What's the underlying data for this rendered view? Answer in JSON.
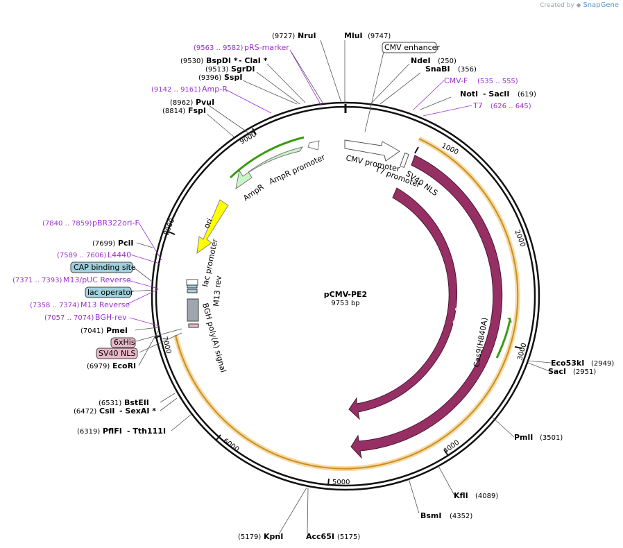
{
  "credit": {
    "prefix": "Created by",
    "brand": "SnapGene"
  },
  "plasmid": {
    "name": "pCMV-PE2",
    "size": "9753 bp"
  },
  "ticks": [
    "1000",
    "2000",
    "3000",
    "4000",
    "5000",
    "6000",
    "7000",
    "8000",
    "9000"
  ],
  "enzymes": [
    {
      "id": "nrui",
      "name": "NruI",
      "pos": "(9727)"
    },
    {
      "id": "mlui",
      "name": "MluI",
      "pos": "(9747)"
    },
    {
      "id": "ndei",
      "name": "NdeI",
      "pos": "(250)"
    },
    {
      "id": "snabi",
      "name": "SnaBI",
      "pos": "(356)"
    },
    {
      "id": "noti",
      "name": "NotI",
      "sep": "- SacII",
      "pos": "(619)"
    },
    {
      "id": "bspdi",
      "name": "BspDI *",
      "sep": "- ClaI *",
      "pos": "(9530)"
    },
    {
      "id": "sgrdi",
      "name": "SgrDI",
      "pos": "(9513)"
    },
    {
      "id": "sspi",
      "name": "SspI",
      "pos": "(9396)"
    },
    {
      "id": "pvui",
      "name": "PvuI",
      "pos": "(8962)"
    },
    {
      "id": "fspi",
      "name": "FspI",
      "pos": "(8814)"
    },
    {
      "id": "pcii",
      "name": "PciI",
      "pos": "(7699)"
    },
    {
      "id": "pmei",
      "name": "PmeI",
      "pos": "(7041)"
    },
    {
      "id": "ecori",
      "name": "EcoRI",
      "pos": "(6979)"
    },
    {
      "id": "bsteii",
      "name": "BstEII",
      "pos": "(6531)"
    },
    {
      "id": "csii",
      "name": "CsiI",
      "sep": "- SexAI *",
      "pos": "(6472)"
    },
    {
      "id": "pflfi",
      "name": "PflFI",
      "sep": "- Tth111I",
      "pos": "(6319)"
    },
    {
      "id": "kpni",
      "name": "KpnI",
      "pos": "(5179)"
    },
    {
      "id": "acc65i",
      "name": "Acc65I",
      "pos": "(5175)"
    },
    {
      "id": "bsmi",
      "name": "BsmI",
      "pos": "(4352)"
    },
    {
      "id": "kfli",
      "name": "KflI",
      "pos": "(4089)"
    },
    {
      "id": "pmli",
      "name": "PmlI",
      "pos": "(3501)"
    },
    {
      "id": "eco53ki",
      "name": "Eco53kI",
      "pos": "(2949)"
    },
    {
      "id": "saci",
      "name": "SacI",
      "pos": "(2951)"
    }
  ],
  "primers": [
    {
      "id": "prs",
      "name": "pRS-marker",
      "range": "(9563 .. 9582)"
    },
    {
      "id": "ampr",
      "name": "Amp-R",
      "range": "(9142 .. 9161)"
    },
    {
      "id": "cmvf",
      "name": "CMV-F",
      "range": "(535 .. 555)"
    },
    {
      "id": "t7",
      "name": "T7",
      "range": "(626 .. 645)"
    },
    {
      "id": "pbr",
      "name": "pBR322ori-F",
      "range": "(7840 .. 7859)"
    },
    {
      "id": "l4440",
      "name": "L4440",
      "range": "(7589 .. 7606)"
    },
    {
      "id": "m13puc",
      "name": "M13/pUC Reverse",
      "range": "(7371 .. 7393)"
    },
    {
      "id": "m13r",
      "name": "M13 Reverse",
      "range": "(7358 .. 7374)"
    },
    {
      "id": "bgh",
      "name": "BGH-rev",
      "range": "(7057 .. 7074)"
    }
  ],
  "boxed_features": [
    {
      "id": "cmvenh",
      "name": "CMV enhancer",
      "color": "#ffffff"
    },
    {
      "id": "cap",
      "name": "CAP binding site",
      "color": "#9fd0dc"
    },
    {
      "id": "lacop",
      "name": "lac operator",
      "color": "#9fd0dc"
    },
    {
      "id": "his",
      "name": "6xHis",
      "color": "#e8b8c8"
    },
    {
      "id": "sv40b",
      "name": "SV40 NLS",
      "color": "#e8b8c8"
    }
  ],
  "features": {
    "cmv_promoter": "CMV promoter",
    "t7_promoter": "T7 promoter",
    "sv40_nls": "SV40 NLS",
    "cas9": "Cas9",
    "cas9h840a": "Cas9(H840A)",
    "ampr": "AmpR",
    "ampr_promoter": "AmpR promoter",
    "ori": "ori",
    "lac_promoter": "lac promoter",
    "m13rev": "M13 rev",
    "bgh": "BGH poly(A) signal"
  },
  "colors": {
    "backbone": "#111111",
    "cas9": "#963064",
    "cds_orf": "#e8a93a",
    "ampr": "#c8f5c8",
    "ori": "#ffff00",
    "primer": "#9b30d0",
    "green_orf": "#3c9b14"
  }
}
